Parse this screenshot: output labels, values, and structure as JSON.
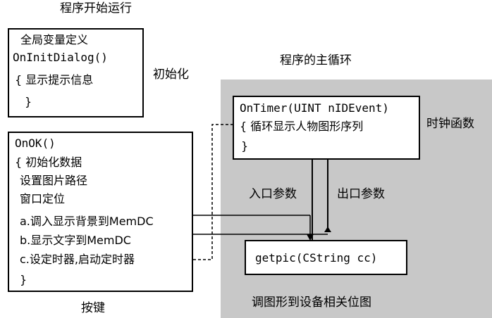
{
  "colors": {
    "main_loop_bg": "#c8c8c8",
    "stroke": "#000000"
  },
  "labels": {
    "program_start": "程序开始运行",
    "init": "初始化",
    "main_loop": "程序的主循环",
    "timer_func": "时钟函数",
    "button": "按键",
    "entry_param": "入口参数",
    "exit_param": "出口参数",
    "getpic_desc": "调图形到设备相关位图"
  },
  "init_box": {
    "lines": [
      "全局变量定义",
      "OnInitDialog()",
      "{ 显示提示信息",
      "}"
    ]
  },
  "onok_box": {
    "lines": [
      "OnOK()",
      "{ 初始化数据",
      "设置图片路径",
      "窗口定位",
      "a.调入显示背景到MemDC",
      "b.显示文字到MemDC",
      "c.设定时器,启动定时器",
      "}"
    ]
  },
  "timer_box": {
    "lines": [
      "OnTimer(UINT nIDEvent)",
      "{ 循环显示人物图形序列",
      "}"
    ]
  },
  "getpic_box": {
    "label": "getpic(CString cc)"
  }
}
